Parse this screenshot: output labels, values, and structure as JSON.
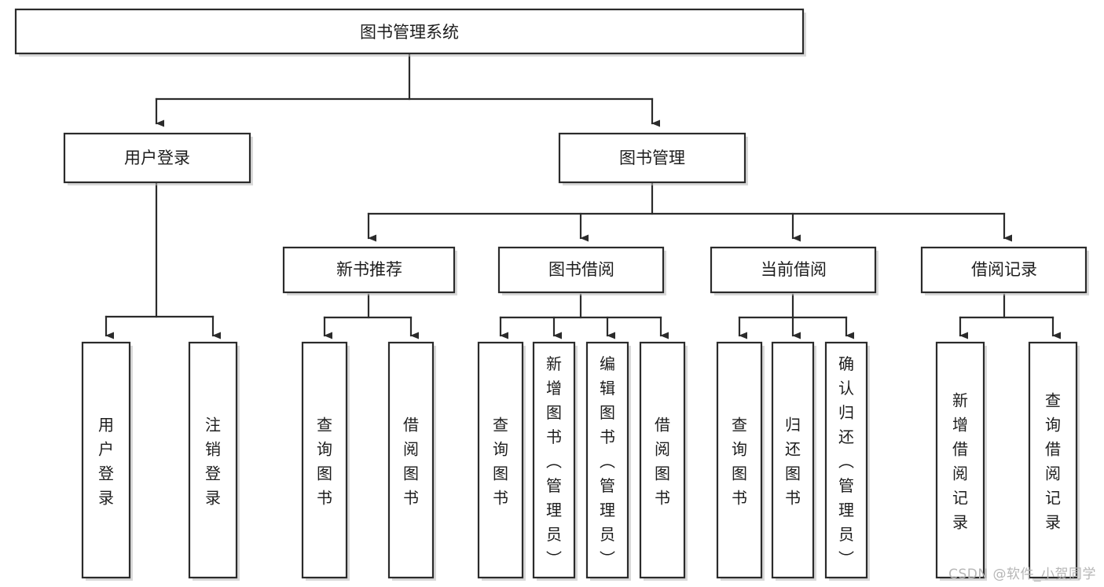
{
  "diagram": {
    "type": "tree-hierarchy-flowchart",
    "title": "图书管理系统",
    "watermark": "CSDN @软件_小贺同学",
    "colors": {
      "stroke": "#2b2b2b",
      "fill": "#ffffff",
      "shadow": "#b9b9b9",
      "text": "#1d1d1d",
      "watermark": "#b6b6b6"
    },
    "levels": {
      "root": {
        "label": "图书管理系统"
      },
      "level2": [
        {
          "label": "用户登录"
        },
        {
          "label": "图书管理"
        }
      ],
      "level3": [
        {
          "label": "新书推荐"
        },
        {
          "label": "图书借阅"
        },
        {
          "label": "当前借阅"
        },
        {
          "label": "借阅记录"
        }
      ],
      "leaves": [
        {
          "label": "用户登录",
          "parent": "用户登录"
        },
        {
          "label": "注销登录",
          "parent": "用户登录"
        },
        {
          "label": "查询图书",
          "parent": "新书推荐"
        },
        {
          "label": "借阅图书",
          "parent": "新书推荐"
        },
        {
          "label": "查询图书",
          "parent": "图书借阅"
        },
        {
          "label": "新增图书（管理员）",
          "parent": "图书借阅"
        },
        {
          "label": "编辑图书（管理员）",
          "parent": "图书借阅"
        },
        {
          "label": "借阅图书",
          "parent": "图书借阅"
        },
        {
          "label": "查询图书",
          "parent": "当前借阅"
        },
        {
          "label": "归还图书",
          "parent": "当前借阅"
        },
        {
          "label": "确认归还（管理员）",
          "parent": "当前借阅"
        },
        {
          "label": "新增借阅记录",
          "parent": "借阅记录"
        },
        {
          "label": "查询借阅记录",
          "parent": "借阅记录"
        }
      ]
    }
  }
}
